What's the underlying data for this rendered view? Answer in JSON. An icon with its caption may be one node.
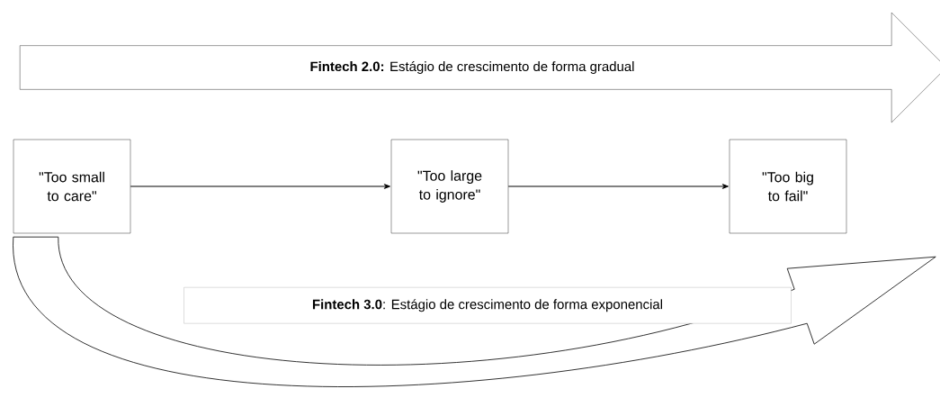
{
  "diagram": {
    "nodes": [
      {
        "text": [
          "**Fintech 2.0:** Estágio de crescimento de forma gradual"
        ]
      },
      {
        "text": [
          "\"Too small to care\""
        ]
      },
      {
        "text": [
          "\"Too large to ignore\""
        ]
      },
      {
        "text": [
          "\"Too big to fail\""
        ]
      }
    ],
    "edges": [
      {
        "from": 1,
        "to": 2,
        "arrow": "to"
      },
      {
        "from": 2,
        "to": 3,
        "arrow": "to"
      },
      {
        "from": 1,
        "to": 3,
        "arrow": "to",
        "style": "thick",
        "label": "**Fintech 3.0**: Estágio de crescimento de forma exponencial"
      }
    ]
  }
}
